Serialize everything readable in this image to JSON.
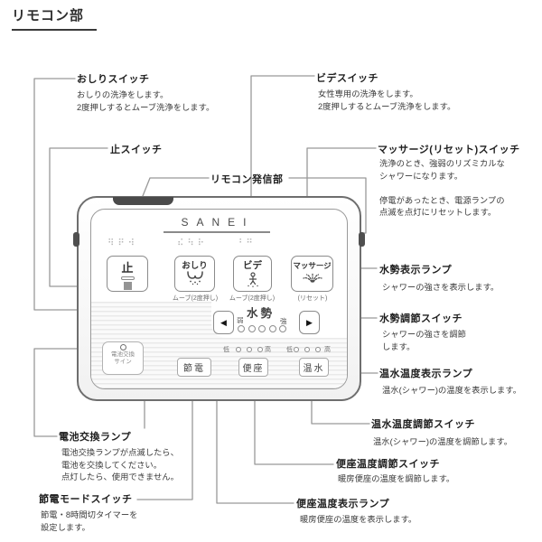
{
  "title": "リモコン部",
  "brand": "SANEI",
  "labels": {
    "oshiri": {
      "title": "おしりスイッチ",
      "desc": "おしりの洗浄をします。\n2度押しするとムーブ洗浄をします。"
    },
    "stop": {
      "title": "止スイッチ"
    },
    "transmitter": {
      "title": "リモコン発信部"
    },
    "bide": {
      "title": "ビデスイッチ",
      "desc": "女性専用の洗浄をします。\n2度押しするとムーブ洗浄をします。"
    },
    "massage": {
      "title": "マッサージ(リセット)スイッチ",
      "desc": "洗浄のとき、強弱のリズミカルな\nシャワーになります。\n\n停電があったとき、電源ランプの\n点滅を点灯にリセットします。"
    },
    "water_lamp": {
      "title": "水勢表示ランプ",
      "desc": "シャワーの強さを表示します。"
    },
    "water_switch": {
      "title": "水勢調節スイッチ",
      "desc": "シャワーの強さを調節\nします。"
    },
    "warm_lamp": {
      "title": "温水温度表示ランプ",
      "desc": "温水(シャワー)の温度を表示します。"
    },
    "warm_switch": {
      "title": "温水温度調節スイッチ",
      "desc": "温水(シャワー)の温度を調節します。"
    },
    "seat_switch": {
      "title": "便座温度調節スイッチ",
      "desc": "暖房便座の温度を調節します。"
    },
    "seat_lamp": {
      "title": "便座温度表示ランプ",
      "desc": "暖房便座の温度を表示します。"
    },
    "battery": {
      "title": "電池交換ランプ",
      "desc": "電池交換ランプが点滅したら、\n電池を交換してください。\n点灯したら、使用できません。"
    },
    "eco": {
      "title": "節電モードスイッチ",
      "desc": "節電・8時間切タイマーを\n設定します。"
    }
  },
  "remote": {
    "buttons": {
      "stop": "止",
      "oshiri": "おしり",
      "bide": "ビデ",
      "massage": "マッサージ"
    },
    "sublabels": {
      "oshiri": "ムーブ(2度押し)",
      "bide": "ムーブ(2度押し)",
      "massage": "(リセット)"
    },
    "braille": {
      "stop": "⠻⠟⠺",
      "oshiri": "⠮⠳⠗",
      "bide": "⠘⠛"
    },
    "water": {
      "weak": "弱",
      "title": "水勢",
      "strong": "強"
    },
    "temp": {
      "low": "低",
      "high": "高"
    },
    "battery_sign": "電池交換\nサイン",
    "bottom_buttons": {
      "eco": "節電",
      "seat": "便座",
      "warm": "温水"
    },
    "arrows": {
      "left": "◀",
      "right": "▶"
    }
  },
  "icons": {
    "stop": "stop-bar-and-square",
    "oshiri": "rear-spray",
    "bide": "bidet-person-spray",
    "massage": "fountain-spray"
  },
  "colors": {
    "leader_line": "#999999",
    "body_border": "#6e6e6e",
    "dark_part": "#4a4a4a",
    "text": "#2f2f2f"
  }
}
